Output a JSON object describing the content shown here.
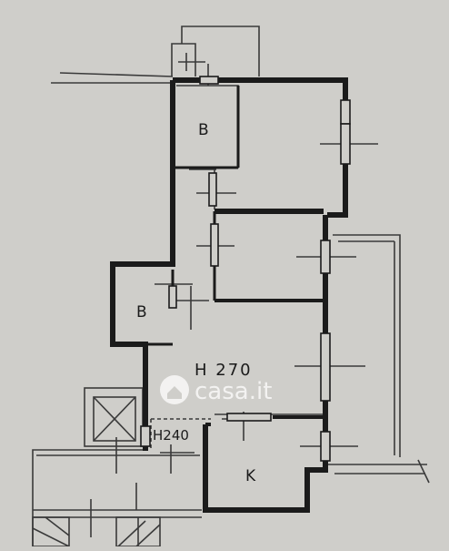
{
  "plan": {
    "rooms": {
      "bath_upper": "B",
      "bath_lower": "B",
      "kitchen": "K"
    },
    "heights": {
      "main": "H 270",
      "hall": "H240"
    },
    "watermark": {
      "text": "casa.it"
    },
    "colors": {
      "paper": "#cfceca",
      "wall": "#1b1b1b",
      "line": "#3a3a3a",
      "watermark": "#ffffff"
    }
  }
}
